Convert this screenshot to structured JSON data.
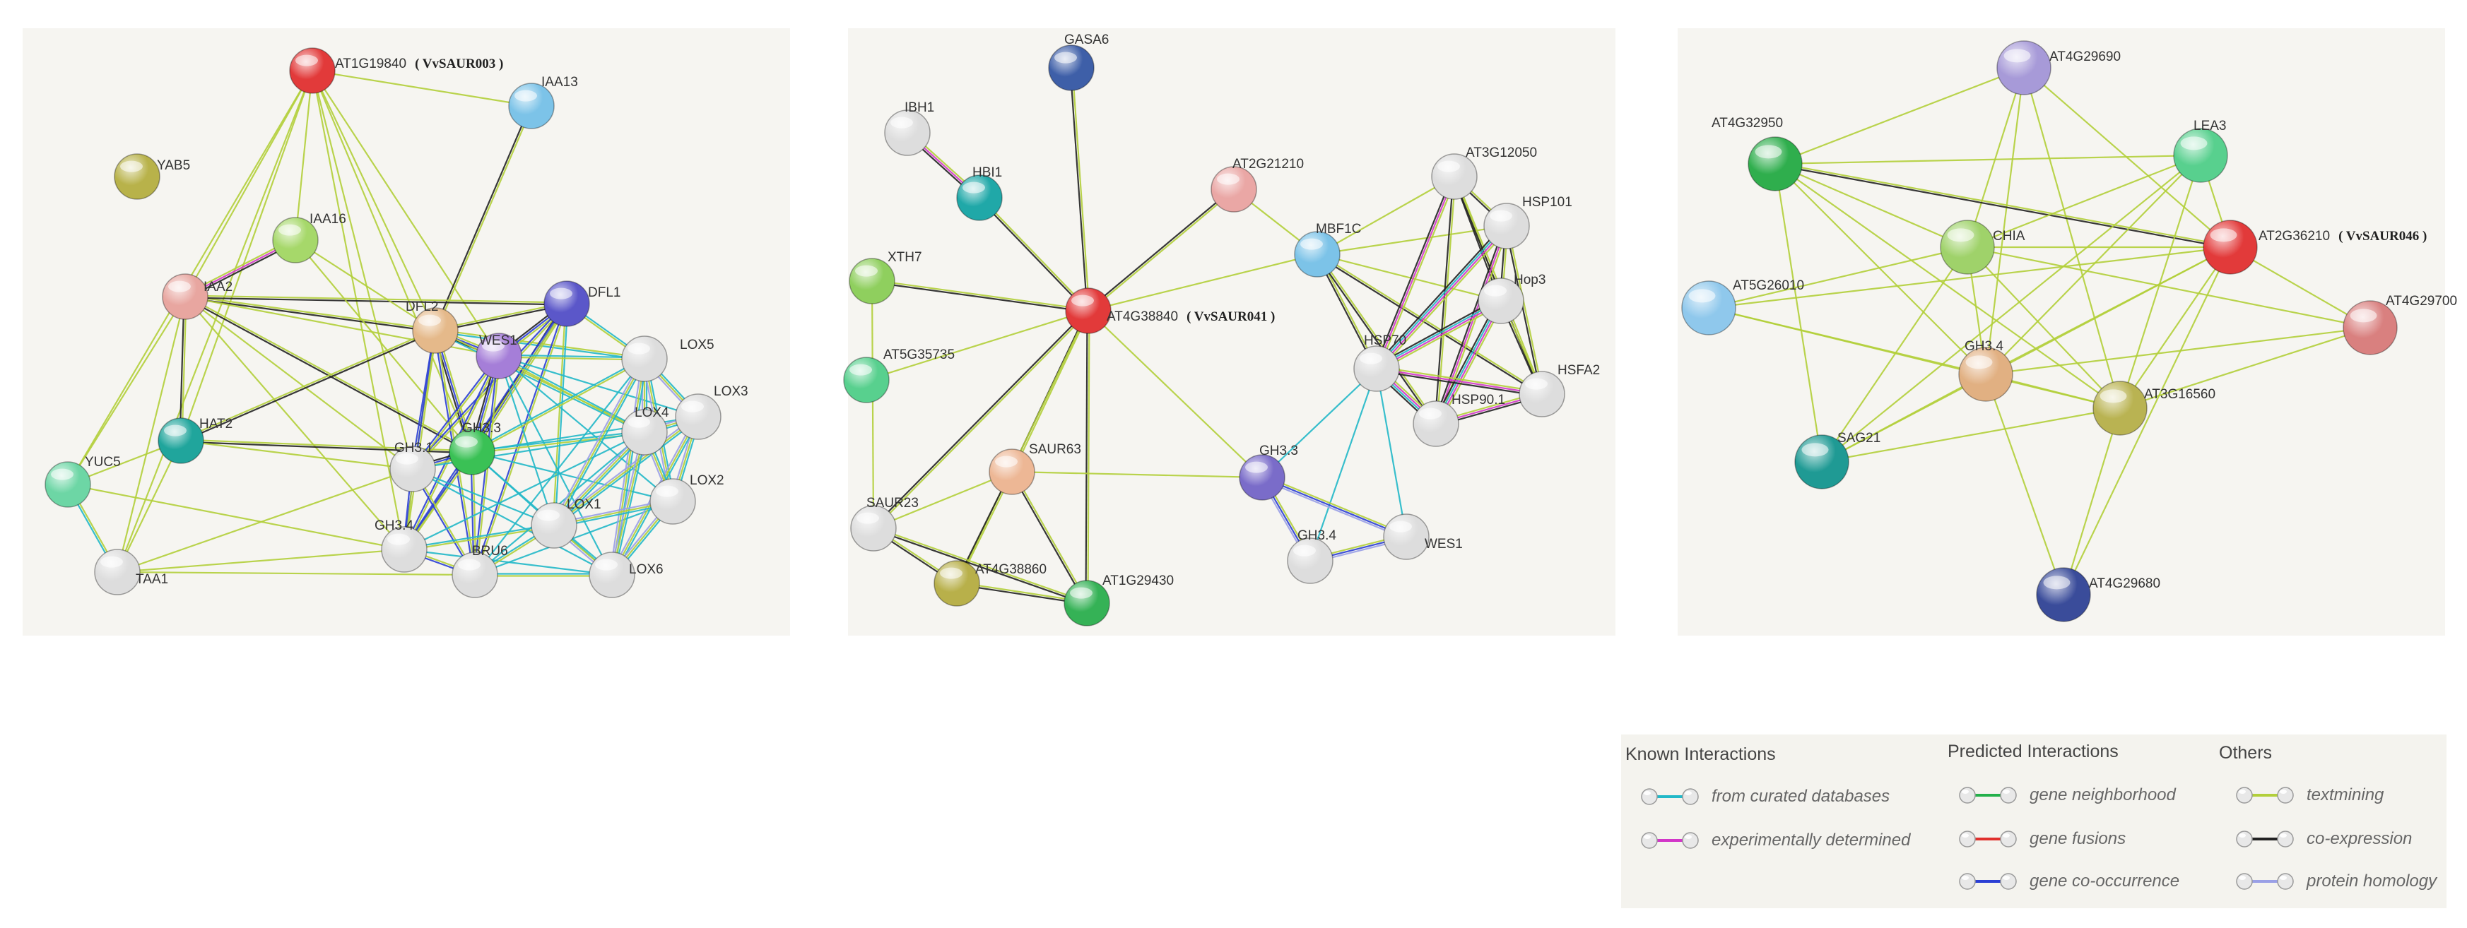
{
  "networks": [
    {
      "nodes": [
        {
          "id": "AT1G19840",
          "label": "AT1G19840",
          "tag": "( VvSAUR003 )",
          "color": "#e23a3a"
        },
        {
          "id": "IAA13",
          "label": "IAA13",
          "color": "#7cc3e8"
        },
        {
          "id": "YAB5",
          "label": "YAB5",
          "color": "#b8b24a"
        },
        {
          "id": "IAA16",
          "label": "IAA16",
          "color": "#a6d86a"
        },
        {
          "id": "IAA2",
          "label": "IAA2",
          "color": "#e8a6a0"
        },
        {
          "id": "DFL2",
          "label": "DFL2",
          "color": "#e5b98a"
        },
        {
          "id": "DFL1",
          "label": "DFL1",
          "color": "#5b57c9"
        },
        {
          "id": "WES1",
          "label": "WES1",
          "color": "#a57ed8"
        },
        {
          "id": "LOX5",
          "label": "LOX5",
          "color": "#dddddd"
        },
        {
          "id": "LOX3",
          "label": "LOX3",
          "color": "#dddddd"
        },
        {
          "id": "HAT2",
          "label": "HAT2",
          "color": "#20a59c"
        },
        {
          "id": "GH3.3",
          "label": "GH3.3",
          "color": "#3ac155"
        },
        {
          "id": "GH3.1",
          "label": "GH3.1",
          "color": "#dddddd"
        },
        {
          "id": "LOX4",
          "label": "LOX4",
          "color": "#dddddd"
        },
        {
          "id": "YUC5",
          "label": "YUC5",
          "color": "#6dd6a5"
        },
        {
          "id": "LOX2",
          "label": "LOX2",
          "color": "#dddddd"
        },
        {
          "id": "LOX1",
          "label": "LOX1",
          "color": "#dddddd"
        },
        {
          "id": "GH3.4",
          "label": "GH3.4",
          "color": "#dddddd"
        },
        {
          "id": "TAA1",
          "label": "TAA1",
          "color": "#dddddd"
        },
        {
          "id": "BRU6",
          "label": "BRU6",
          "color": "#dddddd"
        },
        {
          "id": "LOX6",
          "label": "LOX6",
          "color": "#dddddd"
        }
      ]
    },
    {
      "nodes": [
        {
          "id": "GASA6",
          "label": "GASA6",
          "color": "#3e5fa8"
        },
        {
          "id": "IBH1",
          "label": "IBH1",
          "color": "#dddddd"
        },
        {
          "id": "HBI1",
          "label": "HBI1",
          "color": "#20a8a8"
        },
        {
          "id": "AT2G21210",
          "label": "AT2G21210",
          "color": "#eaa7a5"
        },
        {
          "id": "AT3G12050",
          "label": "AT3G12050",
          "color": "#dddddd"
        },
        {
          "id": "HSP101",
          "label": "HSP101",
          "color": "#dddddd"
        },
        {
          "id": "MBF1C",
          "label": "MBF1C",
          "color": "#7cc3e8"
        },
        {
          "id": "XTH7",
          "label": "XTH7",
          "color": "#8fcf5e"
        },
        {
          "id": "AT4G38840",
          "label": "AT4G38840",
          "tag": "( VvSAUR041 )",
          "color": "#e23a3a"
        },
        {
          "id": "Hop3",
          "label": "Hop3",
          "color": "#dddddd"
        },
        {
          "id": "HSP70",
          "label": "HSP70",
          "color": "#dddddd"
        },
        {
          "id": "AT5G35735",
          "label": "AT5G35735",
          "color": "#58d08e"
        },
        {
          "id": "HSFA2",
          "label": "HSFA2",
          "color": "#dddddd"
        },
        {
          "id": "HSP90.1",
          "label": "HSP90.1",
          "color": "#dddddd"
        },
        {
          "id": "SAUR63",
          "label": "SAUR63",
          "color": "#edb795"
        },
        {
          "id": "GH3.3",
          "label": "GH3.3",
          "color": "#7a6cc9"
        },
        {
          "id": "SAUR23",
          "label": "SAUR23",
          "color": "#dddddd"
        },
        {
          "id": "WES1",
          "label": "WES1",
          "color": "#dddddd"
        },
        {
          "id": "GH3.4",
          "label": "GH3.4",
          "color": "#dddddd"
        },
        {
          "id": "AT4G38860",
          "label": "AT4G38860",
          "color": "#b8b04a"
        },
        {
          "id": "AT1G29430",
          "label": "AT1G29430",
          "color": "#35b256"
        }
      ]
    },
    {
      "nodes": [
        {
          "id": "AT4G29690",
          "label": "AT4G29690",
          "color": "#a79ad8"
        },
        {
          "id": "AT4G32950",
          "label": "AT4G32950",
          "color": "#2fae4d"
        },
        {
          "id": "LEA3",
          "label": "LEA3",
          "color": "#58d08e"
        },
        {
          "id": "CHIA",
          "label": "CHIA",
          "color": "#9fd26a"
        },
        {
          "id": "AT2G36210",
          "label": "AT2G36210",
          "tag": "( VvSAUR046 )",
          "color": "#e23a3a"
        },
        {
          "id": "AT5G26010",
          "label": "AT5G26010",
          "color": "#8fc8ec"
        },
        {
          "id": "AT4G29700",
          "label": "AT4G29700",
          "color": "#d9807f"
        },
        {
          "id": "GH3.4",
          "label": "GH3.4",
          "color": "#e1b082"
        },
        {
          "id": "AT3G16560",
          "label": "AT3G16560",
          "color": "#b9b352"
        },
        {
          "id": "SAG21",
          "label": "SAG21",
          "color": "#1f9a94"
        },
        {
          "id": "AT4G29680",
          "label": "AT4G29680",
          "color": "#3a4c9a"
        }
      ]
    }
  ],
  "legend": {
    "groups": [
      {
        "heading": "Known Interactions",
        "items": [
          {
            "label": "from curated databases",
            "color": "#22b8c8"
          },
          {
            "label": "experimentally determined",
            "color": "#d236c8"
          }
        ]
      },
      {
        "heading": "Predicted Interactions",
        "items": [
          {
            "label": "gene neighborhood",
            "color": "#23b04a"
          },
          {
            "label": "gene fusions",
            "color": "#e0302c"
          },
          {
            "label": "gene co-occurrence",
            "color": "#2b3fd4"
          }
        ]
      },
      {
        "heading": "Others",
        "items": [
          {
            "label": "textmining",
            "color": "#b2cf3a"
          },
          {
            "label": "co-expression",
            "color": "#222222"
          },
          {
            "label": "protein homology",
            "color": "#9aa0e6"
          }
        ]
      }
    ]
  }
}
